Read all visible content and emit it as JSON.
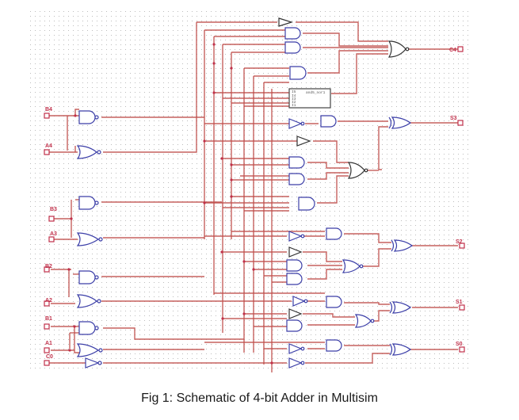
{
  "figure": {
    "caption": "Fig 1: Schematic of 4-bit Adder in Multisim",
    "tool": "Multisim"
  },
  "inputs": [
    {
      "id": "B4",
      "label": "B4"
    },
    {
      "id": "A4",
      "label": "A4"
    },
    {
      "id": "B3",
      "label": "B3"
    },
    {
      "id": "A3",
      "label": "A3"
    },
    {
      "id": "B2",
      "label": "B2"
    },
    {
      "id": "A2",
      "label": "A2"
    },
    {
      "id": "B1",
      "label": "B1"
    },
    {
      "id": "A1",
      "label": "A1"
    },
    {
      "id": "C0",
      "label": "C0"
    }
  ],
  "outputs": [
    {
      "id": "C4",
      "label": "C4"
    },
    {
      "id": "S3",
      "label": "S3"
    },
    {
      "id": "S2",
      "label": "S2"
    },
    {
      "id": "S1",
      "label": "S1"
    },
    {
      "id": "S0",
      "label": "S0"
    }
  ],
  "component": {
    "name": "and5_nor1",
    "pins": [
      "I5",
      "I4",
      "I3",
      "I2",
      "I1"
    ]
  },
  "colors": {
    "wire": "#c0504d",
    "gate": "#3c3fa8",
    "port": "#c0304a",
    "grid": "#b8b8b8"
  }
}
